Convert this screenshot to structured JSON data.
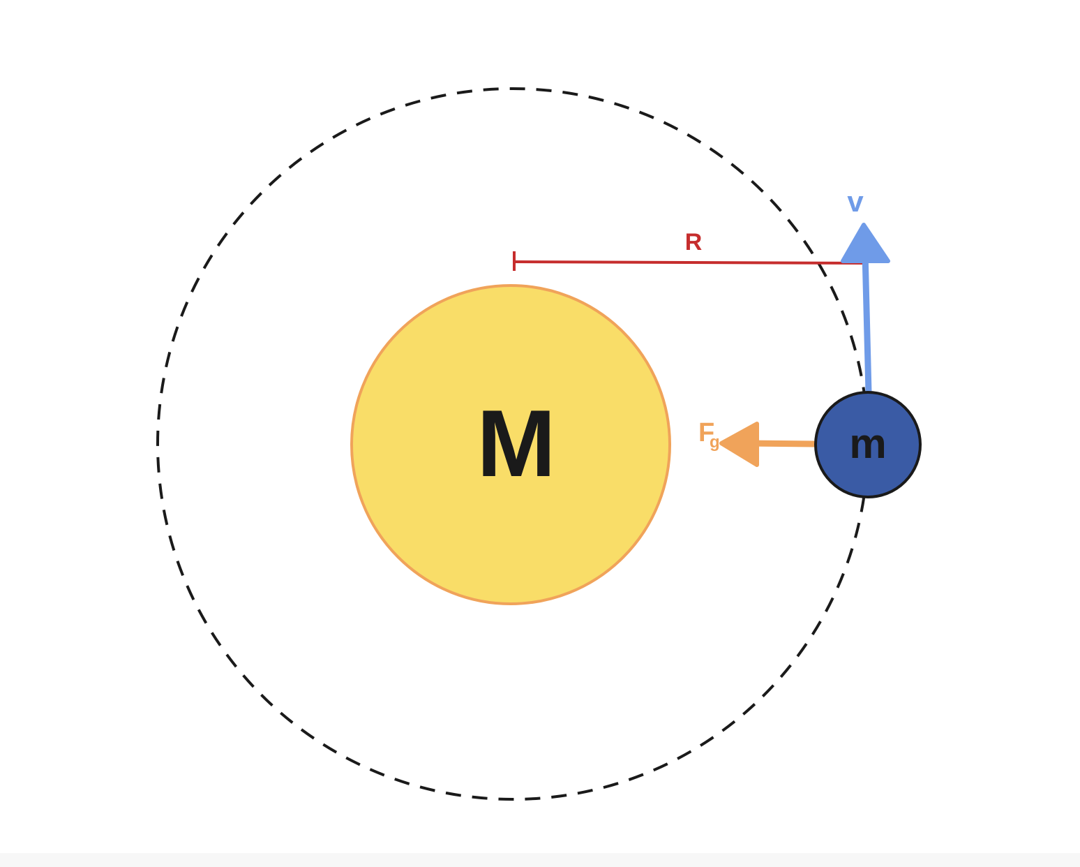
{
  "labels": {
    "central_mass": "M",
    "orbiting_mass": "m",
    "radius": "R",
    "velocity": "v",
    "force_main": "F",
    "force_sub": "g"
  },
  "colors": {
    "central_fill": "#f9dd68",
    "central_stroke": "#f0a35a",
    "orbiting_fill": "#3a5ba5",
    "orbiting_stroke": "#1a1a1a",
    "orbit_path": "#1a1a1a",
    "radius_line": "#c62d2d",
    "velocity": "#6f9be8",
    "force": "#f0a35a"
  }
}
